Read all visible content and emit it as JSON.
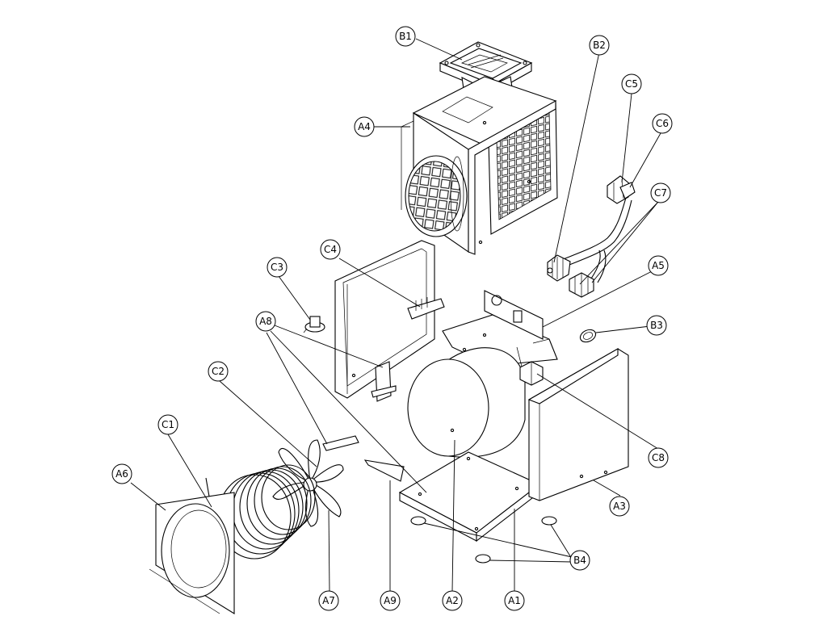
{
  "callouts": {
    "A1": "A1",
    "A2": "A2",
    "A3": "A3",
    "A4": "A4",
    "A5": "A5",
    "A6": "A6",
    "A7": "A7",
    "A8": "A8",
    "A9": "A9",
    "B1": "B1",
    "B2": "B2",
    "B3": "B3",
    "B4": "B4",
    "C1": "C1",
    "C2": "C2",
    "C3": "C3",
    "C4": "C4",
    "C5": "C5",
    "C6": "C6",
    "C7": "C7",
    "C8": "C8"
  }
}
